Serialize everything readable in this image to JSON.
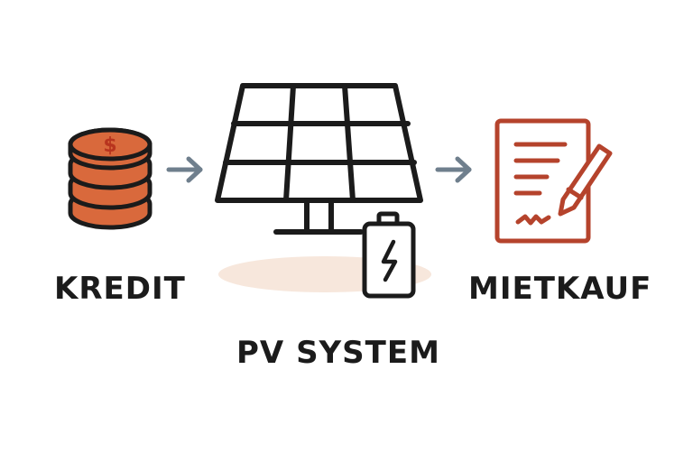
{
  "labels": {
    "kredit": "KREDIT",
    "pv_system": "PV SYSTEM",
    "mietkauf": "MIETKAUF"
  },
  "coin_symbol": "$",
  "icons": {
    "kredit": "coin-stack-icon",
    "pv_system": "solar-panel-icon",
    "battery": "battery-bolt-icon",
    "mietkauf": "contract-signature-icon",
    "arrow": "arrow-right-icon"
  },
  "colors": {
    "outline": "#1b1b1b",
    "coin_fill": "#d9693c",
    "coin_symbol": "#b8341e",
    "contract": "#b5432c",
    "arrow": "#6f7f8d",
    "shadow": "#f7e7dc"
  }
}
